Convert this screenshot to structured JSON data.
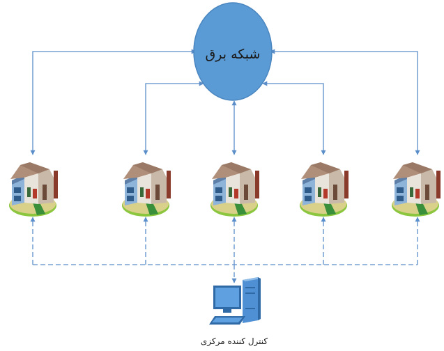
{
  "diagram": {
    "grid_label": "شبکه برق",
    "controller_label": "کنترل کننده مرکزی",
    "colors": {
      "grid_fill": "#5b9bd5",
      "grid_stroke": "#4a86c0",
      "connector": "#5b8ec9",
      "computer_body": "#4f8fd4",
      "computer_dark": "#2f6aa6"
    },
    "nodes": [
      {
        "id": "house-1",
        "icon": "house-icon"
      },
      {
        "id": "house-2",
        "icon": "house-icon"
      },
      {
        "id": "house-3",
        "icon": "house-icon"
      },
      {
        "id": "house-4",
        "icon": "house-icon"
      },
      {
        "id": "house-5",
        "icon": "house-icon"
      },
      {
        "id": "controller",
        "icon": "computer-icon"
      }
    ]
  }
}
